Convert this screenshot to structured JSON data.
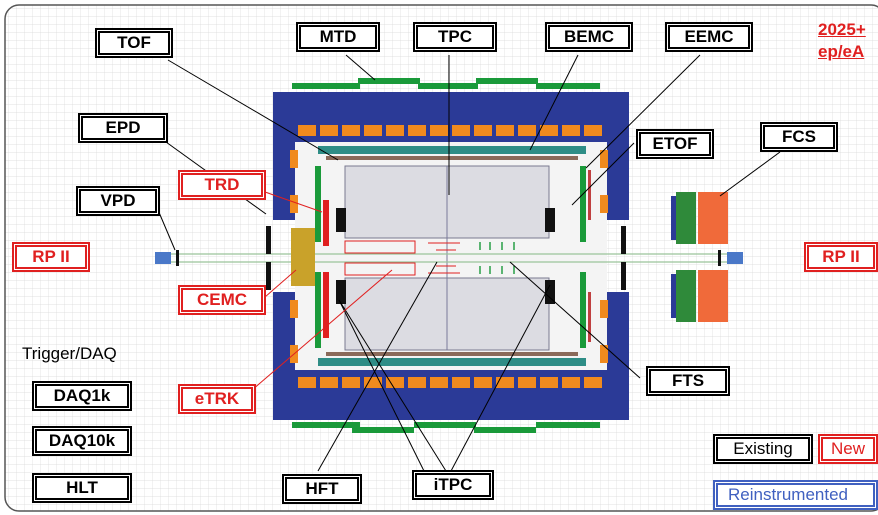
{
  "title_lines": [
    "2025+",
    "ep/eA"
  ],
  "labels": {
    "tof": "TOF",
    "mtd": "MTD",
    "tpc": "TPC",
    "bemc": "BEMC",
    "eemc": "EEMC",
    "epd": "EPD",
    "etof": "ETOF",
    "fcs": "FCS",
    "trd": "TRD",
    "vpd": "VPD",
    "rp_left": "RP II",
    "rp_right": "RP II",
    "cemc": "CEMC",
    "etrk": "eTRK",
    "fts": "FTS",
    "hft": "HFT",
    "itpc": "iTPC"
  },
  "trigger": {
    "heading": "Trigger/DAQ",
    "items": [
      "DAQ1k",
      "DAQ10k",
      "HLT"
    ]
  },
  "legend": {
    "existing": "Existing",
    "new": "New",
    "reinstrumented": "Reinstrumented"
  },
  "colors": {
    "existing": "#000000",
    "new": "#e02020",
    "reinstrumented": "#4060c0",
    "magnet": "#2b3a97",
    "bemc_blocks": "#f08a1e",
    "mtd": "#1a9a3a",
    "cemc": "#c9a22a",
    "fcs_ecal": "#2f8a3a",
    "fcs_hcal": "#f06a3a"
  }
}
